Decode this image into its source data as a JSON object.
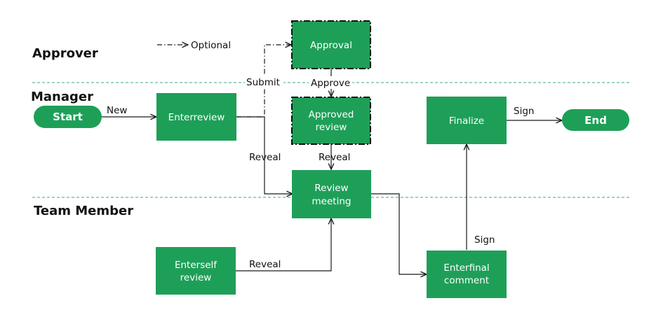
{
  "colors": {
    "box_fill": "#1e9f58",
    "lane_separator": "#3aa88a",
    "line": "#1a1a1a",
    "text_dark": "#111111",
    "text_light": "#ffffff"
  },
  "lanes": {
    "approver": "Approver",
    "manager": "Manager",
    "team_member": "Team Member"
  },
  "legend": {
    "optional": "Optional"
  },
  "nodes": {
    "start": "Start",
    "enter_review": "Enterreview",
    "approval": "Approval",
    "approved_review_1": "Approved",
    "approved_review_2": "review",
    "review_meeting_1": "Review",
    "review_meeting_2": "meeting",
    "finalize": "Finalize",
    "end": "End",
    "enter_self_review_1": "Enterself",
    "enter_self_review_2": "review",
    "enter_final_comment_1": "Enterfinal",
    "enter_final_comment_2": "comment"
  },
  "edges": {
    "new": "New",
    "submit": "Submit",
    "approve": "Approve",
    "reveal_manager": "Reveal",
    "reveal_approved": "Reveal",
    "reveal_team": "Reveal",
    "sign_final": "Sign",
    "sign_end": "Sign"
  }
}
